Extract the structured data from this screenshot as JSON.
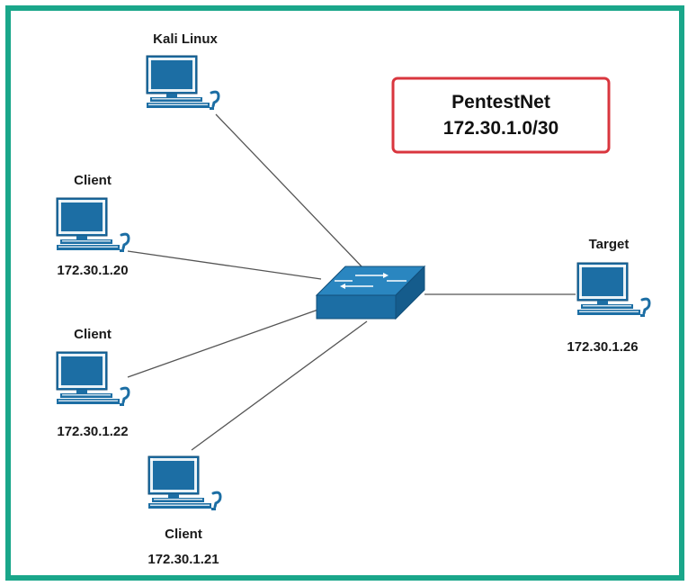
{
  "network": {
    "name": "PentestNet",
    "subnet": "172.30.1.0/30",
    "box_border_color": "#d9363e"
  },
  "nodes": [
    {
      "id": "kali",
      "label": "Kali Linux",
      "ip": "",
      "icon": "computer-icon"
    },
    {
      "id": "client1",
      "label": "Client",
      "ip": "172.30.1.20",
      "icon": "computer-icon"
    },
    {
      "id": "client2",
      "label": "Client",
      "ip": "172.30.1.22",
      "icon": "computer-icon"
    },
    {
      "id": "client3",
      "label": "Client",
      "ip": "172.30.1.21",
      "icon": "computer-icon"
    },
    {
      "id": "target",
      "label": "Target",
      "ip": "172.30.1.26",
      "icon": "computer-icon"
    }
  ],
  "switch": {
    "icon": "network-switch-icon",
    "color": "#1c6ea4"
  },
  "links": [
    {
      "from": "kali",
      "to": "switch"
    },
    {
      "from": "client1",
      "to": "switch"
    },
    {
      "from": "client2",
      "to": "switch"
    },
    {
      "from": "client3",
      "to": "switch"
    },
    {
      "from": "target",
      "to": "switch"
    }
  ],
  "colors": {
    "frame": "#1aa68a",
    "device_blue": "#1c6ea4",
    "device_blue_dark": "#124f7a"
  }
}
